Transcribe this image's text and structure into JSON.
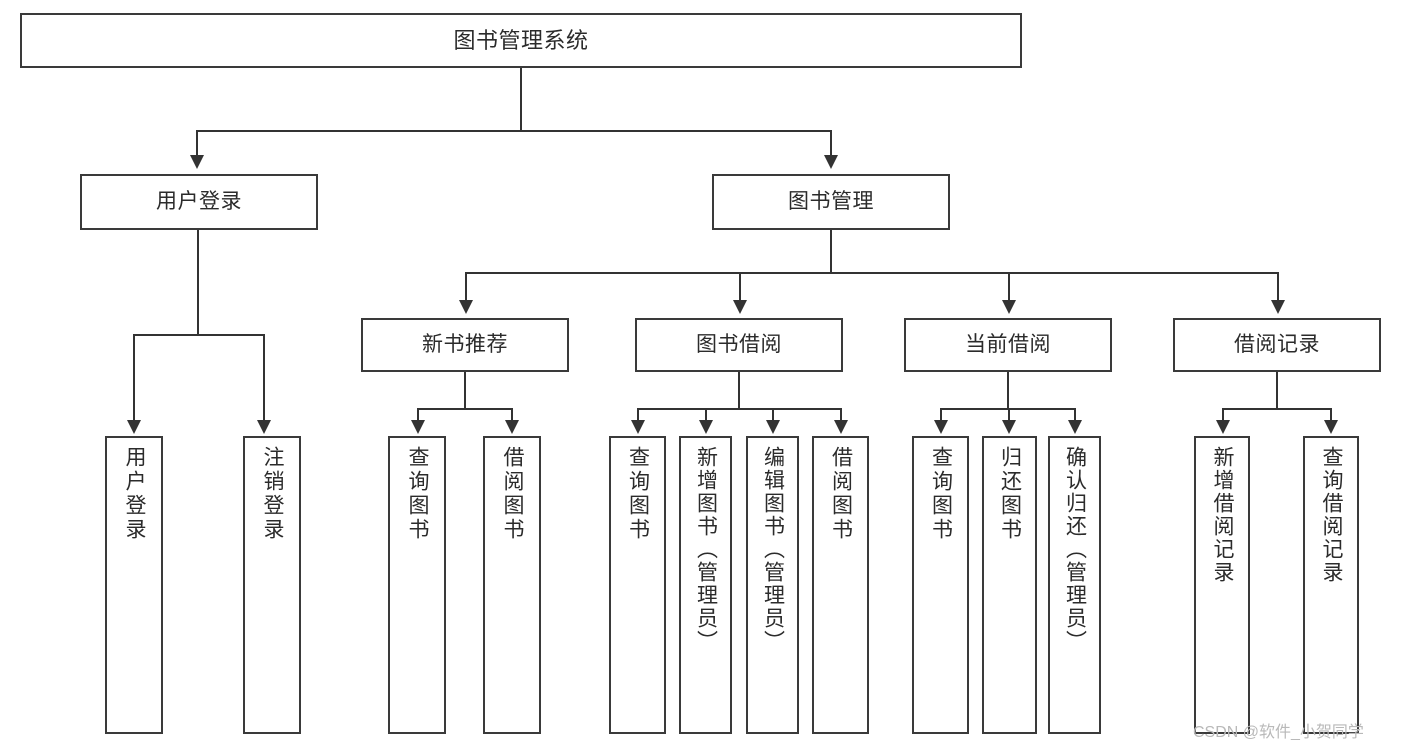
{
  "diagram": {
    "title": "图书管理系统",
    "root": {
      "label": "图书管理系统"
    },
    "level1": [
      {
        "label": "用户登录"
      },
      {
        "label": "图书管理"
      }
    ],
    "level2": [
      {
        "label": "新书推荐"
      },
      {
        "label": "图书借阅"
      },
      {
        "label": "当前借阅"
      },
      {
        "label": "借阅记录"
      }
    ],
    "leaves": {
      "user_login": [
        {
          "label": "用户登录"
        },
        {
          "label": "注销登录"
        }
      ],
      "new_book_recommend": [
        {
          "label": "查询图书"
        },
        {
          "label": "借阅图书"
        }
      ],
      "book_borrow": [
        {
          "label": "查询图书"
        },
        {
          "label": "新增图书（管理员）"
        },
        {
          "label": "编辑图书（管理员）"
        },
        {
          "label": "借阅图书"
        }
      ],
      "current_borrow": [
        {
          "label": "查询图书"
        },
        {
          "label": "归还图书"
        },
        {
          "label": "确认归还（管理员）"
        }
      ],
      "borrow_record": [
        {
          "label": "新增借阅记录"
        },
        {
          "label": "查询借阅记录"
        }
      ]
    }
  },
  "watermark": {
    "text": "CSDN @软件_小贺同学"
  },
  "colors": {
    "border": "#3a3a3a",
    "line": "#333333",
    "background": "#ffffff",
    "text": "#2b2b2b",
    "watermark": "#b9b9b9"
  }
}
